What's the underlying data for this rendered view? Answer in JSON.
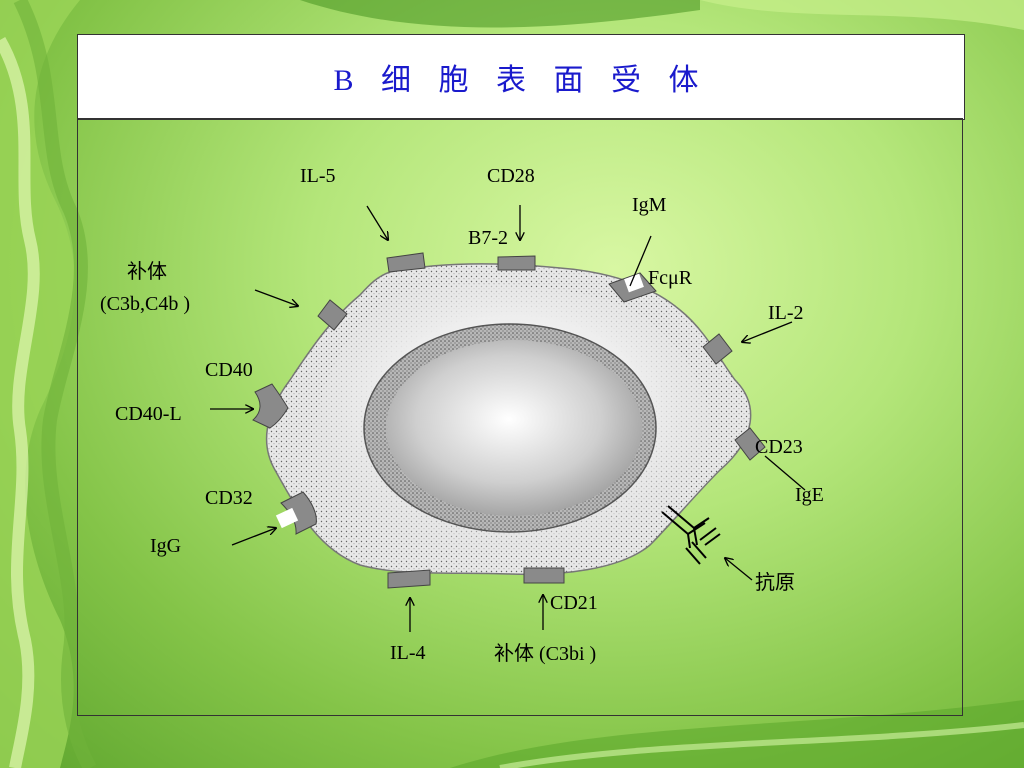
{
  "title": "B  细 胞 表 面 受 体",
  "labels": {
    "il5": "IL-5",
    "cd28": "CD28",
    "b72": "B7-2",
    "igm": "IgM",
    "fcmur": "FcμR",
    "complement_c3b_cn": "补体",
    "complement_c3b": "(C3b,C4b )",
    "il2": "IL-2",
    "cd40": "CD40",
    "cd40l": "CD40-L",
    "cd23": "CD23",
    "ige": "IgE",
    "cd32": "CD32",
    "igg": "IgG",
    "antigen": "抗原",
    "cd21": "CD21",
    "il4": "IL-4",
    "complement_c3bi": "补体  (C3bi )"
  },
  "colors": {
    "title_text": "#1a1acc",
    "receptor_fill": "#8a8a8a",
    "cell_fill": "#e4e4e4",
    "nucleus_ring": "#8f8f8f"
  }
}
